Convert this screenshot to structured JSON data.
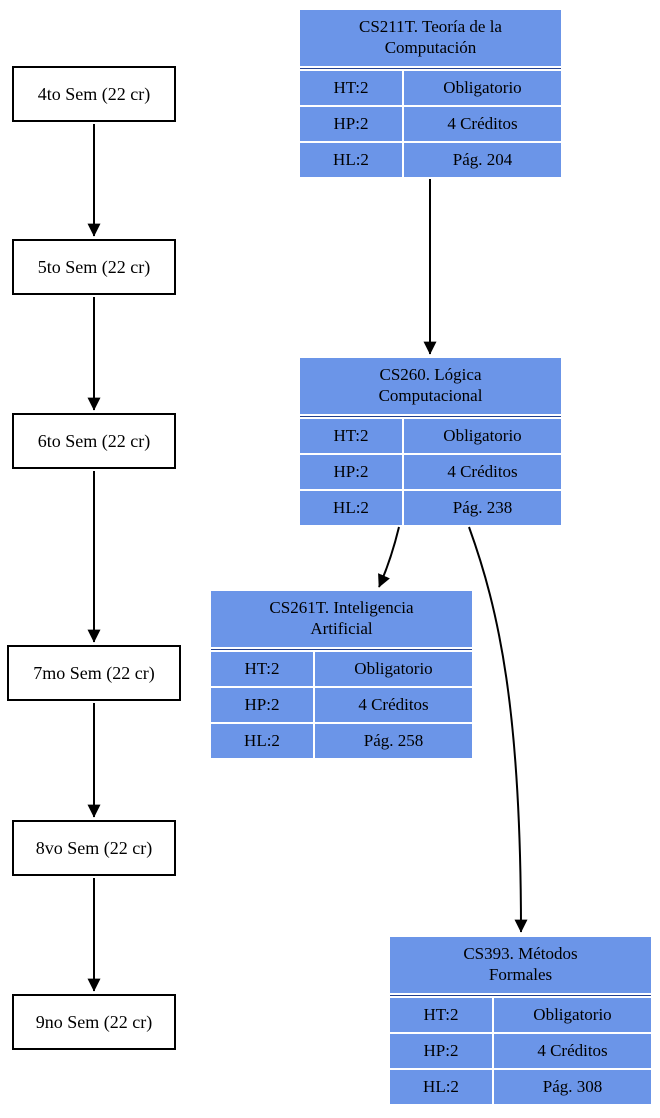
{
  "colors": {
    "course_fill": "#6b95e8",
    "title_rule": "#24418f",
    "node_border": "#000000",
    "arrow": "#000000",
    "background": "#ffffff"
  },
  "semesters": [
    {
      "label": "4to Sem (22 cr)"
    },
    {
      "label": "5to Sem (22 cr)"
    },
    {
      "label": "6to Sem (22 cr)"
    },
    {
      "label": "7mo Sem (22 cr)"
    },
    {
      "label": "8vo Sem (22 cr)"
    },
    {
      "label": "9no Sem (22 cr)"
    }
  ],
  "courses": [
    {
      "title": "CS211T. Teoría de la Computación",
      "rows": [
        {
          "key": "HT:2",
          "value": "Obligatorio"
        },
        {
          "key": "HP:2",
          "value": "4 Créditos"
        },
        {
          "key": "HL:2",
          "value": "Pág. 204"
        }
      ]
    },
    {
      "title": "CS260. Lógica Computacional",
      "rows": [
        {
          "key": "HT:2",
          "value": "Obligatorio"
        },
        {
          "key": "HP:2",
          "value": "4 Créditos"
        },
        {
          "key": "HL:2",
          "value": "Pág. 238"
        }
      ]
    },
    {
      "title": "CS261T. Inteligencia Artificial",
      "rows": [
        {
          "key": "HT:2",
          "value": "Obligatorio"
        },
        {
          "key": "HP:2",
          "value": "4 Créditos"
        },
        {
          "key": "HL:2",
          "value": "Pág. 258"
        }
      ]
    },
    {
      "title": "CS393. Métodos Formales",
      "rows": [
        {
          "key": "HT:2",
          "value": "Obligatorio"
        },
        {
          "key": "HP:2",
          "value": "4 Créditos"
        },
        {
          "key": "HL:2",
          "value": "Pág. 308"
        }
      ]
    }
  ],
  "edges": [
    {
      "from": "4to Sem (22 cr)",
      "to": "5to Sem (22 cr)"
    },
    {
      "from": "5to Sem (22 cr)",
      "to": "6to Sem (22 cr)"
    },
    {
      "from": "6to Sem (22 cr)",
      "to": "7mo Sem (22 cr)"
    },
    {
      "from": "7mo Sem (22 cr)",
      "to": "8vo Sem (22 cr)"
    },
    {
      "from": "8vo Sem (22 cr)",
      "to": "9no Sem (22 cr)"
    },
    {
      "from": "CS211T. Teoría de la Computación",
      "to": "CS260. Lógica Computacional"
    },
    {
      "from": "CS260. Lógica Computacional",
      "to": "CS261T. Inteligencia Artificial"
    },
    {
      "from": "CS260. Lógica Computacional",
      "to": "CS393. Métodos Formales"
    }
  ]
}
